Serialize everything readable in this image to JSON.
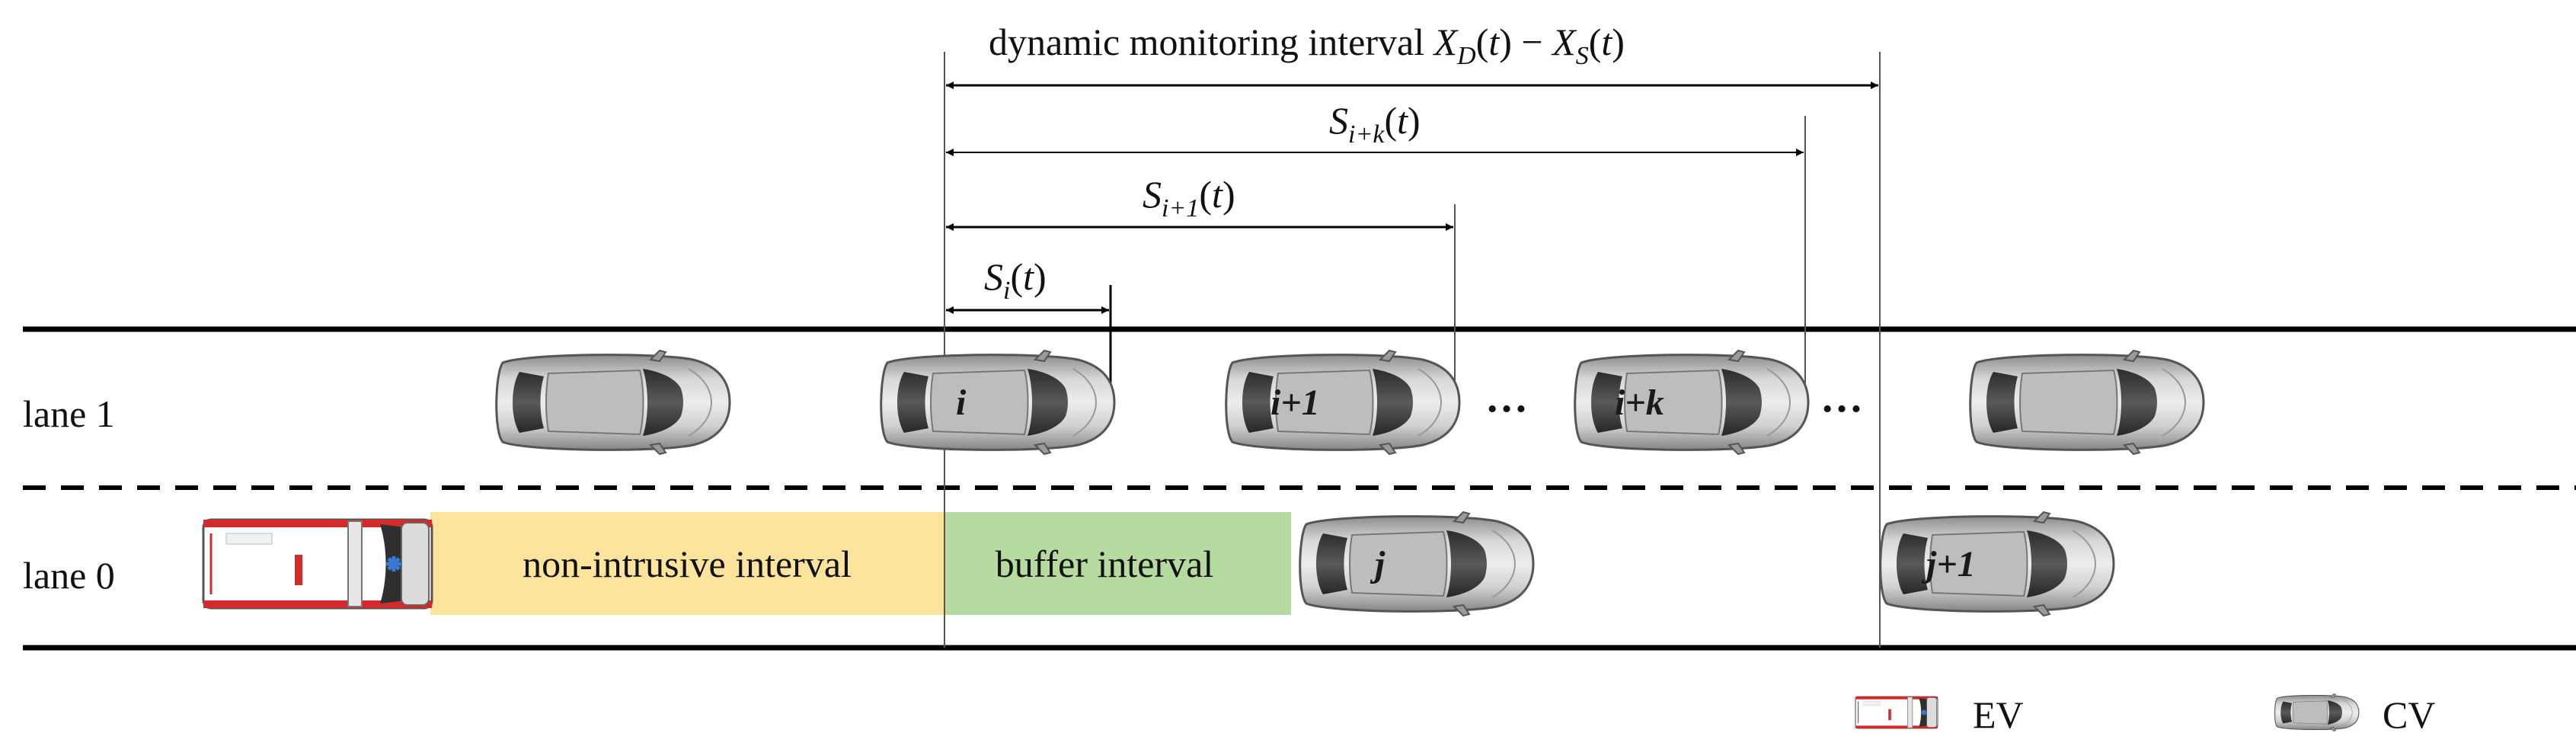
{
  "lanes": {
    "lane1": "lane 1",
    "lane0": "lane 0"
  },
  "intervals": {
    "dynamic": {
      "text": "dynamic monitoring interval ",
      "formula": "X_D(t) − X_S(t)"
    },
    "s_ik": "S_{i+k}(t)",
    "s_i1": "S_{i+1}(t)",
    "s_i": "S_i(t)",
    "non_intrusive": "non-intrusive interval",
    "buffer": "buffer interval"
  },
  "vehicles": {
    "lane1": [
      "",
      "i",
      "i+1",
      "i+k",
      ""
    ],
    "lane0": [
      "j",
      "j+1"
    ],
    "ellipsis": "…"
  },
  "legend": {
    "ev": "EV",
    "cv": "CV"
  },
  "colors": {
    "non_intrusive_fill": "#fde49c",
    "buffer_fill": "#b6dba1",
    "road_line": "#000000",
    "car_body": "#b8b8b8",
    "ambulance_body": "#ffffff",
    "ambulance_accent": "#d42a2a"
  },
  "icons": {
    "cv": "car-topview-icon",
    "ev": "ambulance-topview-icon"
  }
}
